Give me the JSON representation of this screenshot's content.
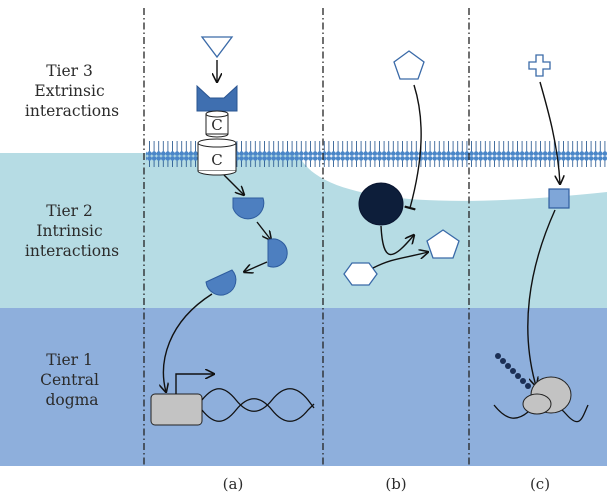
{
  "tiers": [
    {
      "id": "tier3",
      "lines": [
        "Tier 3",
        "Extrinsic",
        "interactions"
      ],
      "color": "#ffffff"
    },
    {
      "id": "tier2",
      "lines": [
        "Tier 2",
        "Intrinsic",
        "interactions"
      ],
      "color": "#b6dce4"
    },
    {
      "id": "tier1",
      "lines": [
        "Tier 1",
        "Central",
        "dogma"
      ],
      "color": "#8eafdc"
    }
  ],
  "panels": [
    {
      "id": "a",
      "label": "(a)"
    },
    {
      "id": "b",
      "label": "(b)"
    },
    {
      "id": "c",
      "label": "(c)"
    }
  ],
  "receptor_labels": {
    "top": "C",
    "bottom": "C"
  },
  "colors": {
    "membrane_head": "#4a86c8",
    "membrane_line": "#1d4f8a",
    "protein": "#4d7fc0",
    "dark_protein": "#0d1e3a",
    "gray_shape": "#c3c3c3",
    "cell_white": "#ffffff"
  },
  "icons": {
    "ligand_a": "triangle-down",
    "receptor": "cylinder",
    "ligand_b": "pentagon",
    "ligand_c": "cross"
  }
}
